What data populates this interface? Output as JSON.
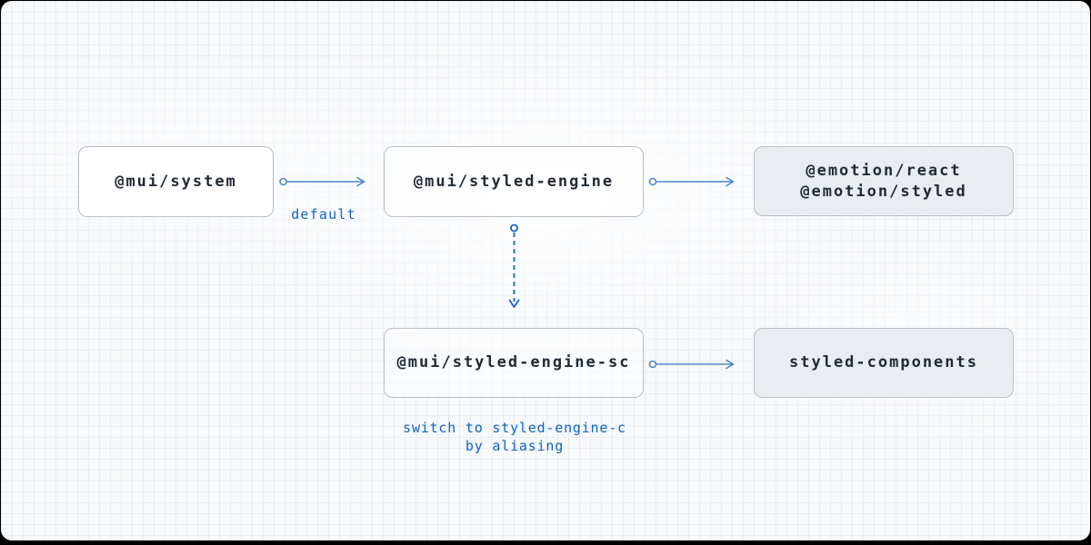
{
  "palette": {
    "page-bg": "#000000",
    "canvas-bg": "#f7f9fb",
    "grid-line": "#e9edf3",
    "node-border": "#b8bfc7",
    "node-white-bg": "#ffffff",
    "node-gray-bg": "#e9ecf0",
    "node-translucent-bg": "rgba(255,255,255,0.55)",
    "node-text": "#212b36",
    "arrow": "#4d87c8",
    "arrow-dashed": "#1565c0",
    "label-blue": "#1064c4"
  },
  "diagram": {
    "nodes": {
      "system": {
        "lines": [
          "@mui/system"
        ]
      },
      "styled_engine": {
        "lines": [
          "@mui/styled-engine"
        ]
      },
      "emotion": {
        "lines": [
          "@emotion/react",
          "@emotion/styled"
        ]
      },
      "styled_engine_sc": {
        "lines": [
          "@mui/styled-engine-sc"
        ]
      },
      "styled_components": {
        "lines": [
          "styled-components"
        ]
      }
    },
    "edge_labels": {
      "default": "default"
    },
    "caption": {
      "lines": [
        "switch to styled-engine-c",
        "by aliasing"
      ]
    }
  }
}
